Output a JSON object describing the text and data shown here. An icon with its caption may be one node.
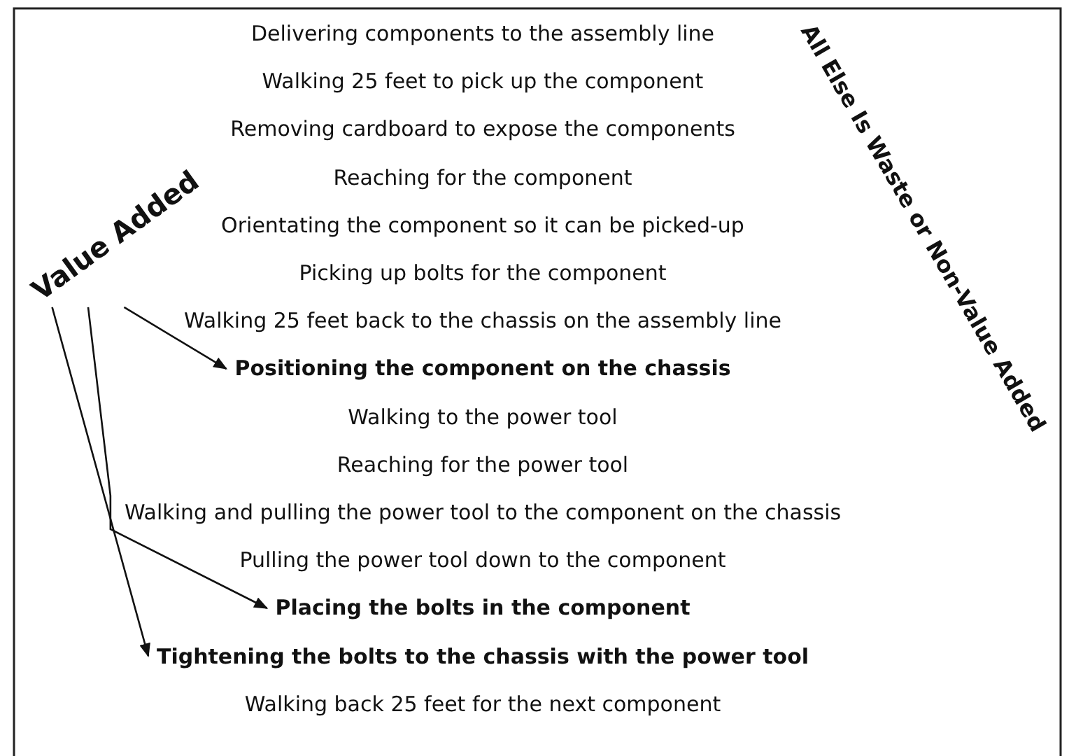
{
  "diagram": {
    "nodes": [
      {
        "text": [
          "Value Added"
        ]
      },
      {
        "text": [
          "Delivering components to the assembly line"
        ]
      },
      {
        "text": [
          "Walking 25 feet to pick up the component"
        ]
      },
      {
        "text": [
          "Removing cardboard to expose the components"
        ]
      },
      {
        "text": [
          "Reaching for the component"
        ]
      },
      {
        "text": [
          "Orientating the component so it can be picked-up"
        ]
      },
      {
        "text": [
          "Picking up bolts for the component"
        ]
      },
      {
        "text": [
          "Walking 25 feet back to the chassis on the assembly line"
        ]
      },
      {
        "text": [
          "Positioning the component on the chassis"
        ]
      },
      {
        "text": [
          "Walking to the power tool"
        ]
      },
      {
        "text": [
          "Reaching for the power tool"
        ]
      },
      {
        "text": [
          "Walking and pulling the power tool to the component on the chassis"
        ]
      },
      {
        "text": [
          "Pulling the power tool down to the component"
        ]
      },
      {
        "text": [
          "Placing the bolts in the component"
        ]
      },
      {
        "text": [
          "Tightening the bolts to the chassis with the power tool"
        ]
      },
      {
        "text": [
          "Walking back 25 feet for the next component"
        ]
      }
    ],
    "edges": [
      {
        "from": 0,
        "to": 8,
        "arrow": "to"
      },
      {
        "from": 0,
        "to": 13,
        "arrow": "to"
      },
      {
        "from": 0,
        "to": 14,
        "arrow": "to"
      }
    ],
    "labels": [
      "All Else Is Waste or Non-Value Added"
    ]
  }
}
